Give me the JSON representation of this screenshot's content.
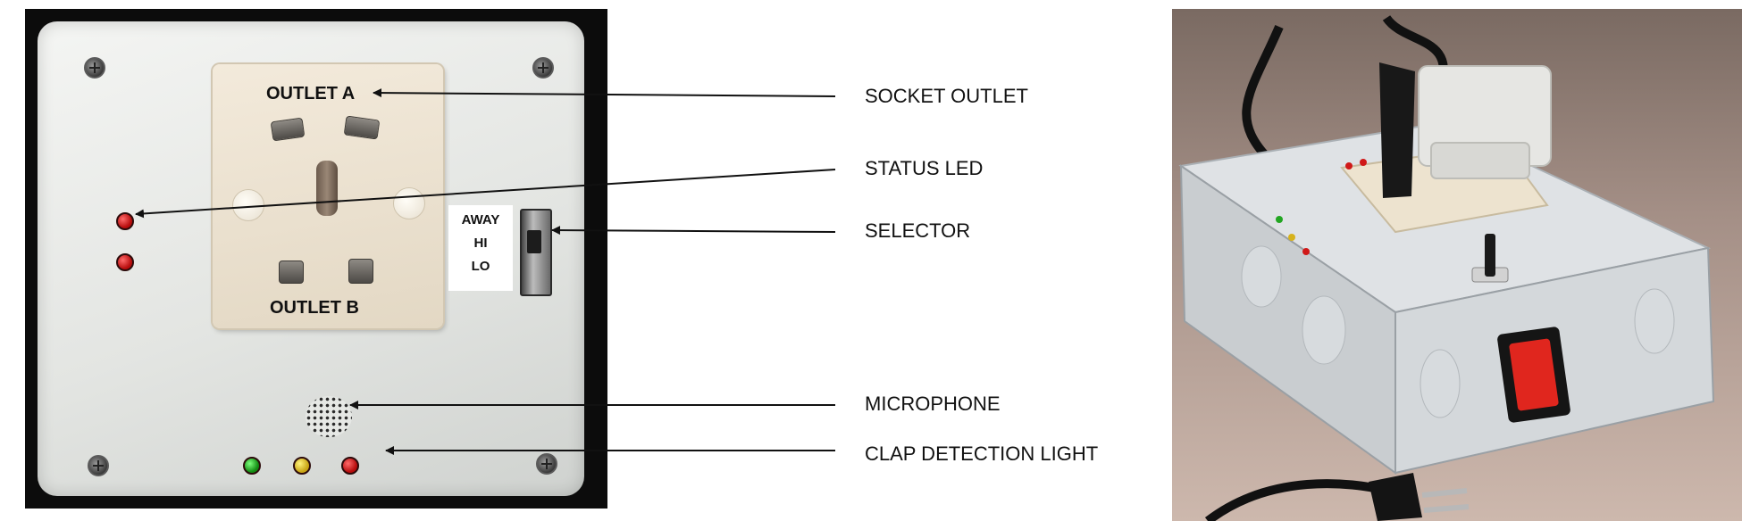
{
  "left_photo": {
    "outlet_a_label": "OUTLET A",
    "outlet_b_label": "OUTLET B",
    "selector_modes": [
      "AWAY",
      "HI",
      "LO"
    ],
    "clap_lights": [
      "#1e9e1e",
      "#d6b21c",
      "#c01414"
    ],
    "status_leds": [
      "#c01414",
      "#c01414"
    ]
  },
  "annotations": [
    {
      "label": "SOCKET OUTLET"
    },
    {
      "label": "STATUS LED"
    },
    {
      "label": "SELECTOR"
    },
    {
      "label": "MICROPHONE"
    },
    {
      "label": "CLAP DETECTION LIGHT"
    }
  ],
  "colors": {
    "panel": "#e6e8e5",
    "socket_plate": "#ede3d1",
    "power_switch": "#e0261e"
  }
}
